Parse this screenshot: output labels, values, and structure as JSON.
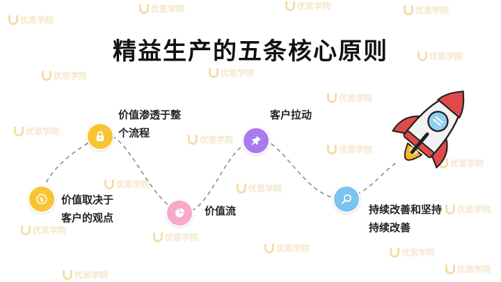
{
  "title": "精益生产的五条核心原则",
  "watermark": "优思学院",
  "steps": [
    {
      "line1": "价值取决于",
      "line2": "客户的观点",
      "icon": "dollar-coin-icon",
      "color": "#f7c531"
    },
    {
      "line1": "价值渗透于整",
      "line2": "个流程",
      "icon": "lock-icon",
      "color": "#f7c531"
    },
    {
      "line1": "价值流",
      "line2": "",
      "icon": "pie-chart-icon",
      "color": "#f6a9c9"
    },
    {
      "line1": "客户拉动",
      "line2": "",
      "icon": "pushpin-icon",
      "color": "#a97bf0"
    },
    {
      "line1": "持续改善和坚持",
      "line2": "持续改善",
      "icon": "magnifier-icon",
      "color": "#7cc3ef"
    }
  ],
  "rocket": {
    "icon": "rocket-icon",
    "body_color": "#f2f2f2",
    "fin_color": "#e24a4a",
    "window_color": "#8fd0f2",
    "flame_color": "#f7b52a"
  }
}
